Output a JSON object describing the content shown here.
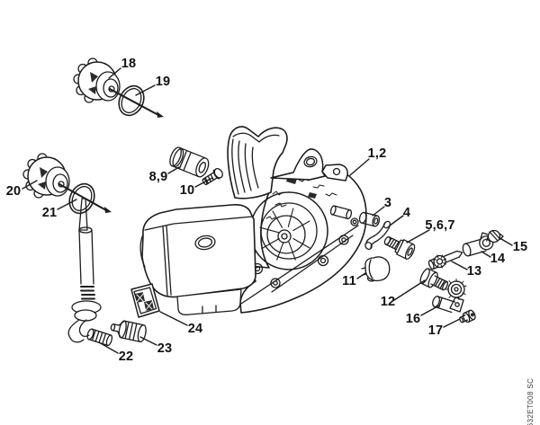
{
  "diagram": {
    "watermark": "632ET008 SC",
    "colors": {
      "line": "#1c1c1c",
      "background": "#ffffff",
      "shadow": "#2a2a2a"
    },
    "labels": {
      "p1_2": "1,2",
      "p3": "3",
      "p4": "4",
      "p5_6_7": "5,6,7",
      "p8_9": "8,9",
      "p10": "10",
      "p11": "11",
      "p12": "12",
      "p13": "13",
      "p14": "14",
      "p15": "15",
      "p16": "16",
      "p17": "17",
      "p18": "18",
      "p19": "19",
      "p20": "20",
      "p21": "21",
      "p22": "22",
      "p23": "23",
      "p24": "24"
    }
  }
}
